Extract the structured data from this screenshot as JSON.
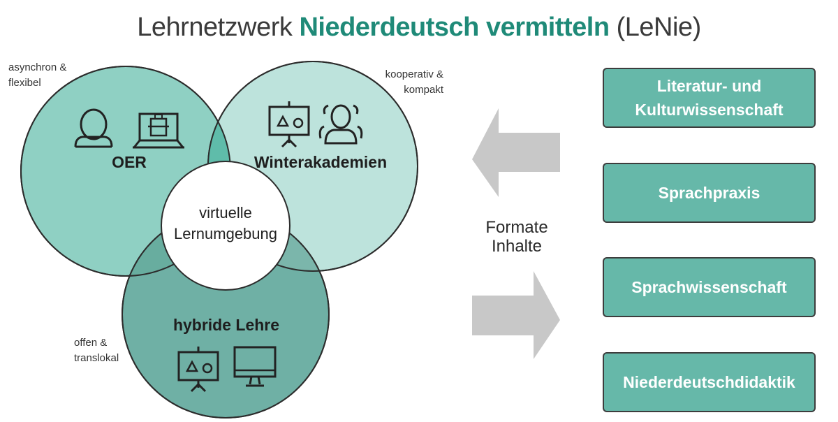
{
  "title": {
    "prefix": "Lehrnetzwerk ",
    "highlight": "Niederdeutsch vermitteln",
    "suffix": " (LeNie)"
  },
  "notes": {
    "top_left": [
      "asynchron &",
      "flexibel"
    ],
    "top_right": [
      "kooperativ &",
      "kompakt"
    ],
    "bottom_left": [
      "offen &",
      "translokal"
    ]
  },
  "circles": {
    "oer": "OER",
    "winter": "Winterakademien",
    "hybrid": "hybride Lehre",
    "center": [
      "virtuelle",
      "Lernumgebung"
    ]
  },
  "middle": [
    "Formate",
    "Inhalte"
  ],
  "topics": [
    [
      "Literatur- und",
      "Kulturwissenschaft"
    ],
    [
      "Sprachpraxis"
    ],
    [
      "Sprachwissenschaft"
    ],
    [
      "Niederdeutschdidaktik"
    ]
  ],
  "icons": {
    "oer": [
      "person-icon",
      "laptop-icon"
    ],
    "winter": [
      "presentation-board-icon",
      "group-icon"
    ],
    "hybrid": [
      "presentation-board-icon",
      "monitor-icon"
    ]
  },
  "colors": {
    "accent": "#1f8a78",
    "oer_circle": "#8fd0c3",
    "winter_circle": "#bde3dc",
    "hybrid_circle": "#6fb0a5",
    "topic_box": "#66b8a9",
    "arrow": "#c8c8c8"
  }
}
